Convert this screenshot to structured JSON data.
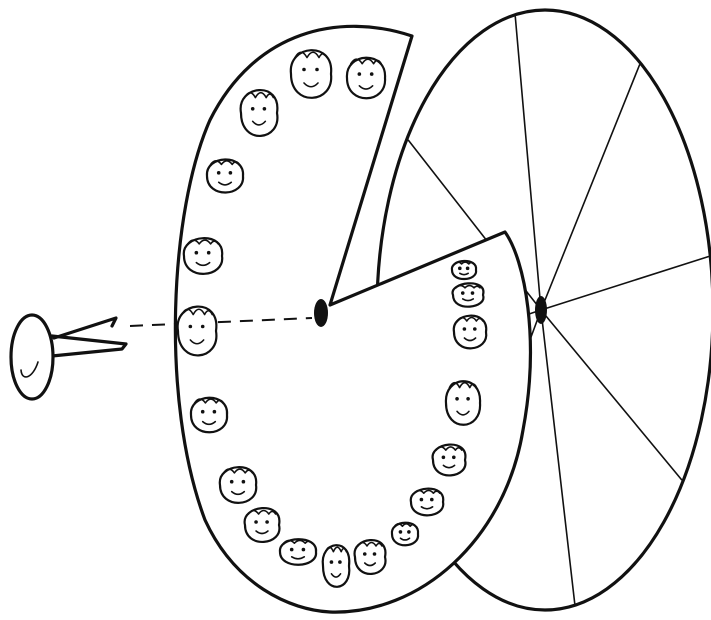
{
  "diagram": {
    "back_disc": {
      "segments": 8
    },
    "front_disc": {
      "faces": [
        "face",
        "face",
        "face",
        "face",
        "face",
        "face",
        "face",
        "face",
        "face",
        "face",
        "face",
        "face",
        "face",
        "face",
        "face",
        "face",
        "face",
        "face",
        "face"
      ]
    },
    "fastener": {
      "icon": "pin-icon"
    },
    "colors": {
      "ink": "#111111",
      "paper": "#ffffff"
    }
  }
}
